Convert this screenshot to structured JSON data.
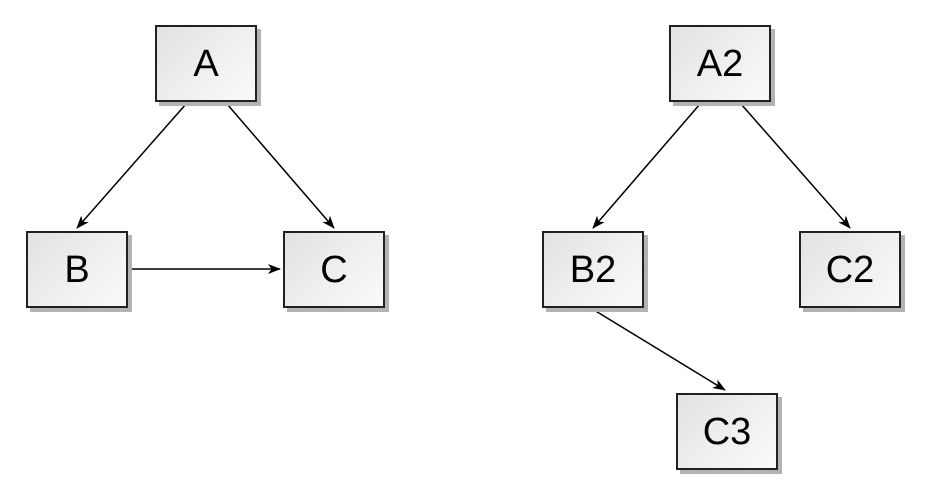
{
  "diagram": {
    "background_color": "#ffffff",
    "node_style": {
      "fill_gradient_start": "#e2e2e2",
      "fill_gradient_end": "#fafafa",
      "border_color": "#212121",
      "shadow_color": "#b3b3b3",
      "text_color": "#000000"
    },
    "edge_style": {
      "line_color": "#000000",
      "arrowhead": "filled-barb"
    },
    "graphs": [
      {
        "name": "left-graph",
        "nodes": [
          {
            "id": "A",
            "label": "A"
          },
          {
            "id": "B",
            "label": "B"
          },
          {
            "id": "C",
            "label": "C"
          }
        ],
        "edges": [
          {
            "from": "A",
            "to": "B"
          },
          {
            "from": "A",
            "to": "C"
          },
          {
            "from": "B",
            "to": "C"
          }
        ]
      },
      {
        "name": "right-graph",
        "nodes": [
          {
            "id": "A2",
            "label": "A2"
          },
          {
            "id": "B2",
            "label": "B2"
          },
          {
            "id": "C2",
            "label": "C2"
          },
          {
            "id": "C3",
            "label": "C3"
          }
        ],
        "edges": [
          {
            "from": "A2",
            "to": "B2"
          },
          {
            "from": "A2",
            "to": "C2"
          },
          {
            "from": "B2",
            "to": "C3"
          }
        ]
      }
    ]
  }
}
